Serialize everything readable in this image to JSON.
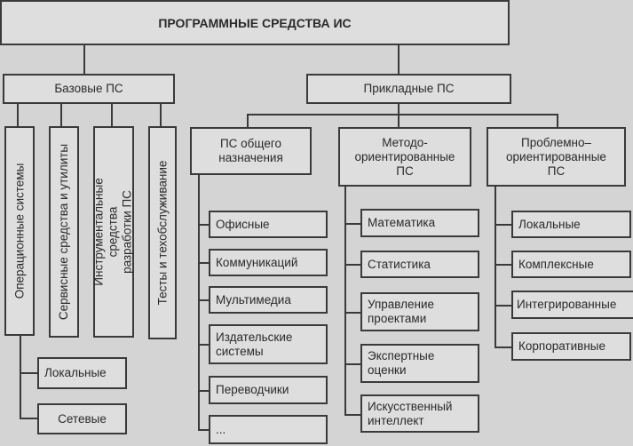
{
  "root": "ПРОГРАММНЫЕ СРЕДСТВА ИС",
  "base": {
    "label": "Базовые ПС",
    "children": [
      "Операционные системы",
      "Сервисные средства и утилиты",
      "Инструментальные средства разработки ПС",
      "Тесты и техобслуживание"
    ],
    "os_children": [
      "Локальные",
      "Сетевые"
    ]
  },
  "applied": {
    "label": "Прикладные ПС",
    "groups": [
      {
        "label": "ПС общего назначения",
        "items": [
          "Офисные",
          "Коммуникаций",
          "Мультимедиа",
          "Издательские системы",
          "Переводчики",
          "..."
        ]
      },
      {
        "label": "Методо-ориентированные ПС",
        "items": [
          "Математика",
          "Статистика",
          "Управление проектами",
          "Экспертные оценки",
          "Искусственный интеллект"
        ]
      },
      {
        "label": "Проблемно–ориентированные ПС",
        "items": [
          "Локальные",
          "Комплексные",
          "Интегрированные",
          "Корпоративные"
        ]
      }
    ]
  }
}
